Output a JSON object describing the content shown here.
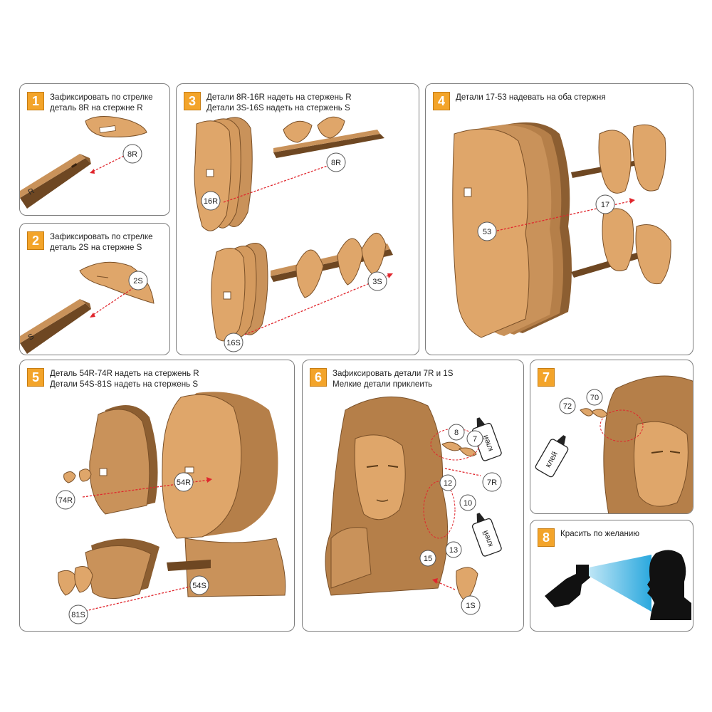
{
  "steps": [
    {
      "num": "1",
      "lines": [
        "Зафиксировать по стрелке",
        "деталь 8R на стержне R"
      ],
      "labels": {
        "part": "8R"
      }
    },
    {
      "num": "2",
      "lines": [
        "Зафиксировать по стрелке",
        "деталь 2S на стержне S"
      ],
      "labels": {
        "part": "2S"
      }
    },
    {
      "num": "3",
      "lines": [
        "Детали 8R-16R надеть на стержень R",
        "Детали 3S-16S надеть на стержень S"
      ],
      "labels": {
        "a": "16R",
        "b": "8R",
        "c": "3S",
        "d": "16S"
      }
    },
    {
      "num": "4",
      "lines": [
        "Детали 17-53 надевать на оба стержня"
      ],
      "labels": {
        "a": "53",
        "b": "17"
      }
    },
    {
      "num": "5",
      "lines": [
        "Деталь 54R-74R надеть на стержень R",
        "Детали 54S-81S надеть на стержень S"
      ],
      "labels": {
        "a": "74R",
        "b": "54R",
        "c": "54S",
        "d": "81S"
      }
    },
    {
      "num": "6",
      "lines": [
        "Зафиксировать детали 7R и 1S",
        "Мелкие детали приклеить"
      ],
      "labels": {
        "p8": "8",
        "p7": "7",
        "p7r": "7R",
        "p12": "12",
        "p10": "10",
        "p13": "13",
        "p15": "15",
        "p1s": "1S",
        "glue": "клей"
      }
    },
    {
      "num": "7",
      "lines": [],
      "labels": {
        "p72": "72",
        "p70": "70",
        "glue": "клей"
      }
    },
    {
      "num": "8",
      "lines": [
        "Красить по желанию"
      ],
      "labels": {}
    }
  ],
  "rod_marks": {
    "r": "R",
    "s": "S"
  },
  "colors": {
    "accent": "#f3a42a",
    "wood": "#dfa66a",
    "wood_dark": "#7a5028",
    "arrow": "#e0262d",
    "border": "#7d7d7d"
  }
}
